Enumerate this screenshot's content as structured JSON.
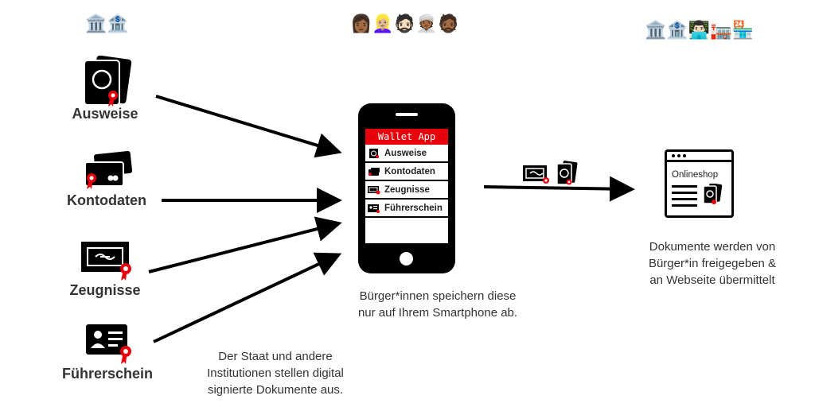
{
  "issuers": {
    "emoji": "🏛️🏦"
  },
  "citizens": {
    "emoji": "👩🏾👱🏼‍♀️🧔🏻👳🏾🧔🏾"
  },
  "receivers": {
    "emoji": "🏛️🏦👨🏻‍💻🏣🏪"
  },
  "documents": [
    {
      "label": "Ausweise",
      "icon": "id-card-icon"
    },
    {
      "label": "Kontodaten",
      "icon": "bank-card-icon"
    },
    {
      "label": "Zeugnisse",
      "icon": "certificate-icon"
    },
    {
      "label": "Führerschein",
      "icon": "driver-license-icon"
    }
  ],
  "issuer_caption": [
    "Der Staat und andere",
    "Institutionen stellen digital",
    "signierte Dokumente aus."
  ],
  "wallet": {
    "title": "Wallet App",
    "items": [
      "Ausweise",
      "Kontodaten",
      "Zeugnisse",
      "Führerschein"
    ]
  },
  "wallet_caption": [
    "Bürger*innen speichern diese",
    "nur auf Ihrem Smartphone ab."
  ],
  "shop": {
    "title": "Onlineshop"
  },
  "shop_caption": [
    "Dokumente werden von",
    "Bürger*in freigegeben &",
    "an Webseite übermittelt"
  ],
  "colors": {
    "accent_red": "#e8000b",
    "ink": "#000000",
    "text": "#333333"
  }
}
